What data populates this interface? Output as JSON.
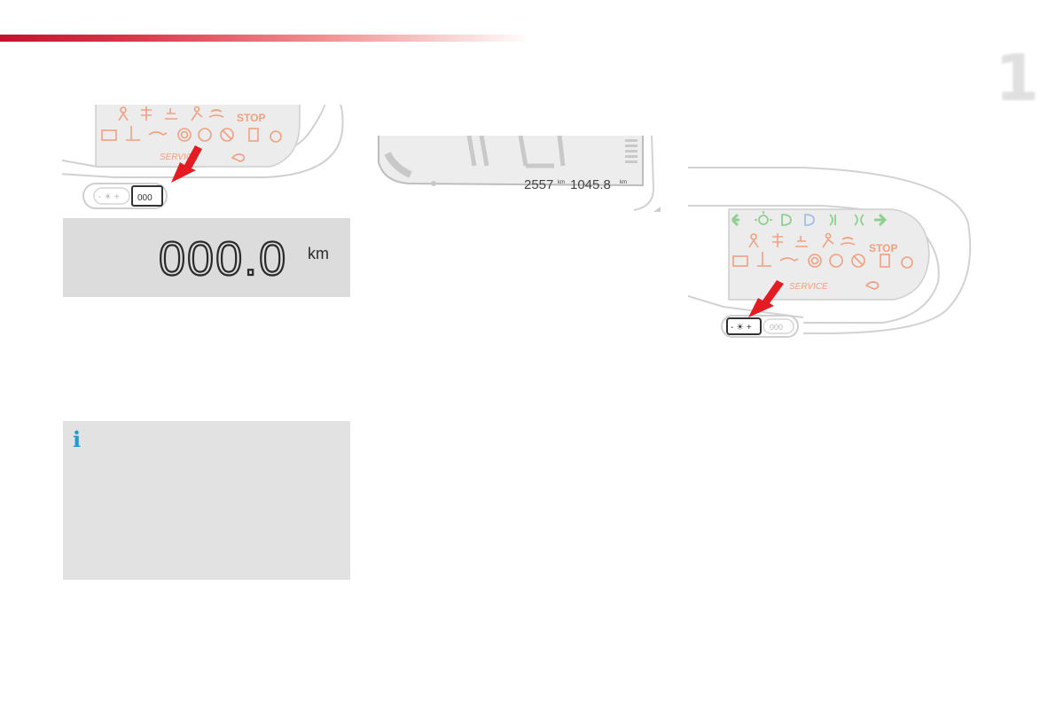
{
  "page": {
    "chapter_number": "1",
    "accent_color": "#c8102e"
  },
  "figure_a": {
    "stop_label": "STOP",
    "service_label": "SERVICE",
    "brightness_button": "- ☀ +",
    "trip_button": "000",
    "lcd_value": "000.0",
    "lcd_unit": "km",
    "icon_color": "#f0a080"
  },
  "figure_b": {
    "odometer_total": "2557",
    "odometer_unit": "km",
    "trip_value": "1045.8",
    "trip_unit": "km"
  },
  "figure_c": {
    "stop_label": "STOP",
    "service_label": "SERVICE",
    "brightness_button": "- ☀ +",
    "trip_button": "000",
    "indicator_color": "#8fd08f",
    "warning_color": "#f0a080"
  },
  "info_box": {
    "icon": "info-icon"
  }
}
